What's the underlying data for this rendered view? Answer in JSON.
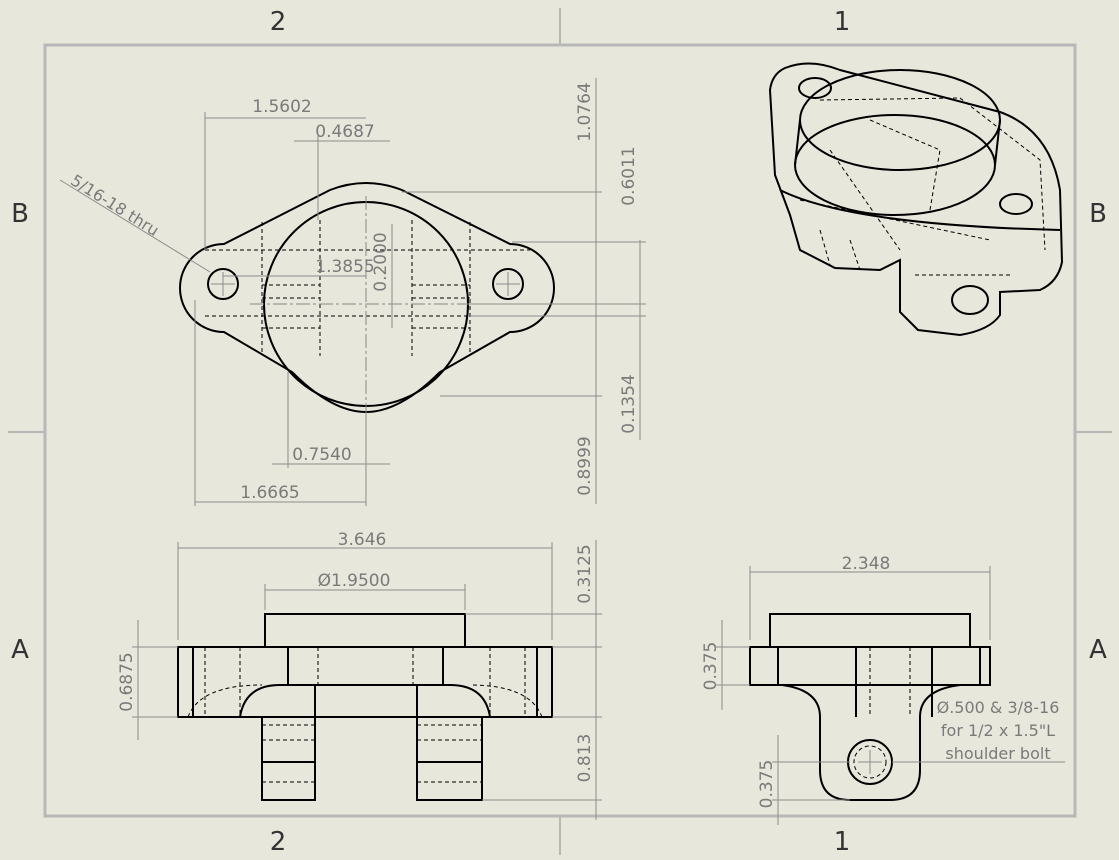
{
  "sheet": {
    "zones": {
      "top_left": "2",
      "top_right": "1",
      "bottom_left": "2",
      "bottom_right": "1",
      "left_top": "B",
      "left_bottom": "A",
      "right_top": "B",
      "right_bottom": "A"
    }
  },
  "views": {
    "top": {
      "dims": {
        "d1": "1.5602",
        "d2": "0.4687",
        "d3": "1.3855",
        "d4": "0.2000",
        "d5": "0.7540",
        "d6": "1.6665",
        "d7": "1.0764",
        "d8": "0.6011",
        "d9": "0.1354",
        "d10": "0.8999"
      },
      "callout": "5/16-18 thru"
    },
    "front": {
      "dims": {
        "width": "3.646",
        "boss_dia": "Ø1.9500",
        "boss_h": "0.3125",
        "flange_h": "0.6875",
        "leg_h": "0.813"
      }
    },
    "side": {
      "dims": {
        "width": "2.348",
        "flange_h": "0.375",
        "hole_off": "0.375"
      },
      "note": [
        "Ø.500 & 3/8-16",
        "for 1/2 x 1.5\"L",
        "shoulder bolt"
      ]
    }
  }
}
